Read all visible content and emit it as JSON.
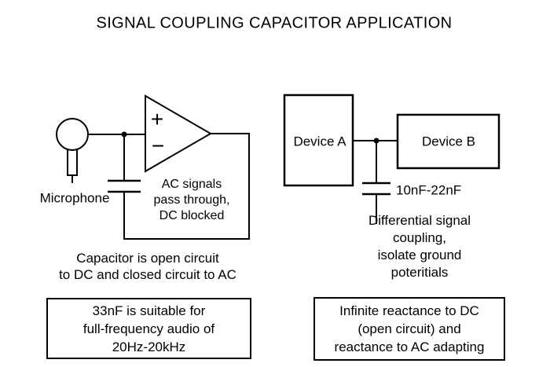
{
  "title": "SIGNAL COUPLING CAPACITOR APPLICATION",
  "left_circuit": {
    "microphone_label": "Microphone",
    "opamp_plus": "+",
    "opamp_minus": "−",
    "capacitor_note": "AC signals\npass through,\nDC blocked",
    "caption": "Capacitor is open circuit\nto DC and closed circuit to AC",
    "note_box": "33nF is suitable for\nfull-frequency audio of\n20Hz-20kHz"
  },
  "right_circuit": {
    "device_a_label": "Device A",
    "device_b_label": "Device B",
    "capacitor_value": "10nF-22nF",
    "caption": "Differential signal coupling,\nisolate ground poteritials",
    "note_box": "Infinite reactance to DC\n(open circuit) and\nreactance to AC adapting"
  },
  "colors": {
    "ink": "#000000",
    "background": "#ffffff"
  }
}
